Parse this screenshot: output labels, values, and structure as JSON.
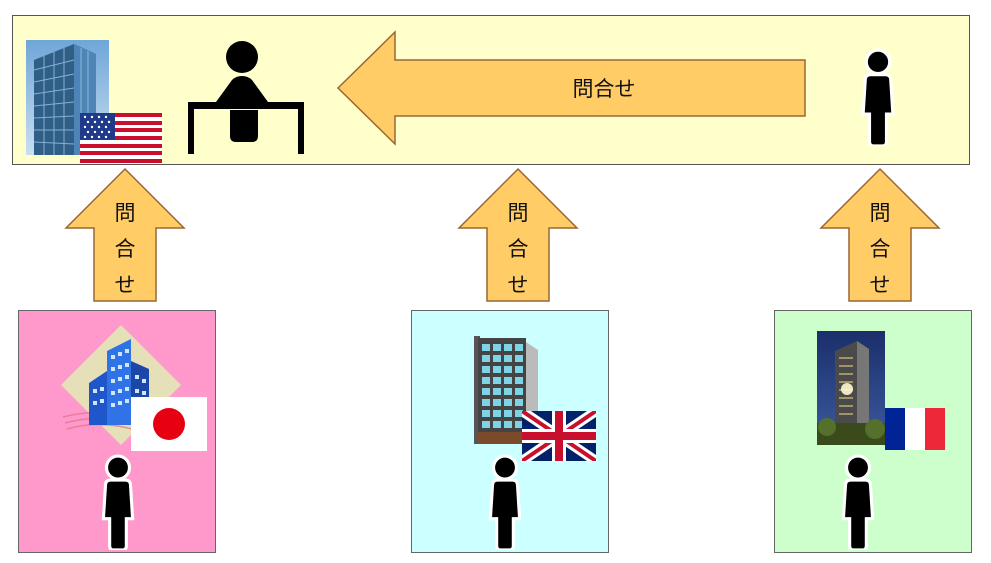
{
  "diagram": {
    "hq_arrow_label": "問合せ",
    "up_arrow_label_chars": [
      "問",
      "合",
      "せ"
    ],
    "colors": {
      "hq_background": "#ffffcc",
      "arrow_fill": "#ffcc66",
      "arrow_stroke": "#996633",
      "japan_background": "#ff99cc",
      "uk_background": "#ccffff",
      "france_background": "#ccffcc",
      "person": "#000000"
    },
    "hq": {
      "country": "USA",
      "icons": [
        "office-building-photo-icon",
        "us-flag-icon",
        "support-agent-desk-icon",
        "person-icon"
      ]
    },
    "branches": [
      {
        "country": "Japan",
        "icons": [
          "office-building-icon",
          "japan-flag-icon",
          "person-icon"
        ]
      },
      {
        "country": "UK",
        "icons": [
          "office-tower-icon",
          "uk-flag-icon",
          "person-icon"
        ]
      },
      {
        "country": "France",
        "icons": [
          "office-building-photo-icon",
          "france-flag-icon",
          "person-icon"
        ]
      }
    ]
  }
}
